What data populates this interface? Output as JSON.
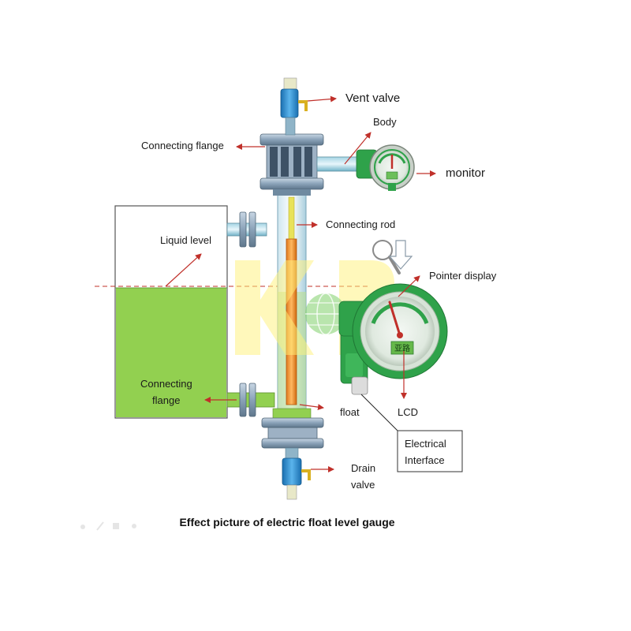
{
  "labels": {
    "vent_valve": "Vent valve",
    "body": "Body",
    "connecting_flange_top": "Connecting flange",
    "monitor": "monitor",
    "connecting_rod": "Connecting rod",
    "liquid_level": "Liquid level",
    "pointer_display": "Pointer display",
    "connecting_flange_bottom_line1": "Connecting",
    "connecting_flange_bottom_line2": "flange",
    "float": "float",
    "lcd": "LCD",
    "electrical_interface_line1": "Electrical",
    "electrical_interface_line2": "Interface",
    "drain_valve_line1": "Drain",
    "drain_valve_line2": "valve",
    "lcd_screen_text": "亚路"
  },
  "caption": "Effect picture of electric float level gauge",
  "colors": {
    "arrow": "#c0302a",
    "liquid": "#92d050",
    "pipe": "#7fc3d8",
    "flange": "#8aa2b8",
    "valve": "#2f8fd0",
    "housing_green": "#2fa24a",
    "rod": "#f0a030",
    "watermark_yellow": "#fff27a"
  },
  "icons": [
    "magnifier-icon",
    "down-arrow-icon"
  ]
}
